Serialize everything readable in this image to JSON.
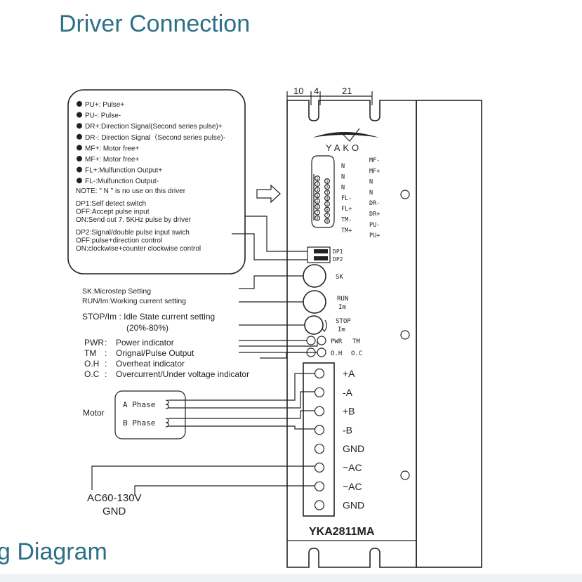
{
  "title": "Driver Connection",
  "section_title_partial": "g Diagram",
  "dimensions": {
    "d1": "10",
    "d2": "4",
    "d3": "21"
  },
  "brand": "YAKO",
  "model": "YKA2811MA",
  "signal_defs": [
    "PU+: Pulse+",
    "PU-:  Pulse-",
    "DR+:Direction Signal(Second series pulse)+",
    "DR-: Direction  Signal（Second series pulse)-",
    "MF+: Motor free+",
    "MF+: Motor free+",
    "FL+:Mulfunction Output+",
    "FL-:Mulfunction Output-"
  ],
  "note": "NOTE: \" N \" is no use on this driver",
  "dp1_notes": [
    "DP1:Self  detect switch",
    "OFF:Accept  pulse  input",
    "ON:Send  out  7. 5KHz pulse by driver"
  ],
  "dp2_notes": [
    "DP2:Signal/double pulse input swich",
    "OFF:pulse+direction control",
    "ON:clockwise+counter clockwise control"
  ],
  "connector_left_labels": [
    "N",
    "N",
    "N",
    "FL-",
    "FL+",
    "TM-",
    "TM+"
  ],
  "connector_right_labels": [
    "MF-",
    "MF+",
    "N",
    "N",
    "DR-",
    "DR+",
    "PU-",
    "PU+"
  ],
  "pin_numbers": [
    "1",
    "2",
    "3",
    "4",
    "5",
    "6",
    "7",
    "8"
  ],
  "dip_labels": [
    "DP1",
    "DP2"
  ],
  "knobs": {
    "sk": "SK",
    "run": "RUN",
    "run_sub": "Im",
    "stop": "STOP",
    "stop_sub": "Im"
  },
  "led_labels": {
    "pwr": "PWR",
    "tm": "TM",
    "oh": "O.H",
    "oc": "O.C"
  },
  "left_descriptions": {
    "sk": "SK:Microstep Setting",
    "run": "RUN/Im:Working current setting",
    "stop_line1": "STOP/Im :  Idle State  current  setting",
    "stop_line2": "(20%-80%)"
  },
  "indicators": [
    {
      "abbr": "PWR",
      "desc": "Power  indicator"
    },
    {
      "abbr": "TM",
      "desc": "Orignal/Pulse Output"
    },
    {
      "abbr": "O.H",
      "desc": "Overheat indicator"
    },
    {
      "abbr": "O.C",
      "desc": "Overcurrent/Under voltage indicator"
    }
  ],
  "motor": {
    "label": "Motor",
    "phase_a": "A Phase",
    "phase_b": "B Phase"
  },
  "terminals": [
    "+A",
    "-A",
    "+B",
    "-B",
    "GND",
    "~AC",
    "~AC",
    "GND"
  ],
  "power": {
    "line1": "AC60-130V",
    "line2": "GND"
  }
}
